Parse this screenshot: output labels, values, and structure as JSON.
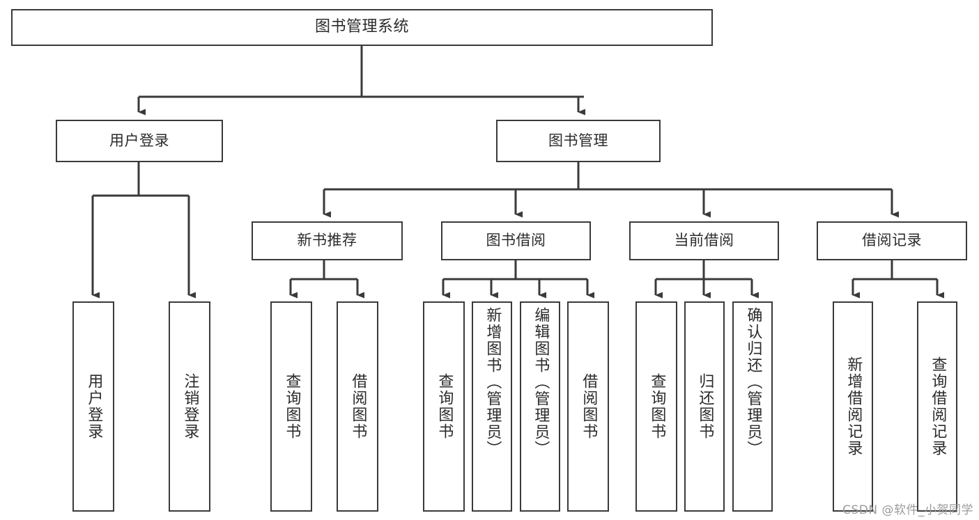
{
  "diagram": {
    "type": "tree-hierarchy-chart",
    "title": "图书管理系统",
    "stroke_color": "#3a3a3a",
    "text_color": "#2b2b2b",
    "background_color": "#ffffff",
    "watermark": "CSDN @软件_小贺同学",
    "levels": {
      "root": {
        "label": "图书管理系统"
      },
      "level1": [
        {
          "id": "user-login",
          "label": "用户登录"
        },
        {
          "id": "book-manage",
          "label": "图书管理"
        }
      ],
      "level2": [
        {
          "id": "new-book-recommend",
          "label": "新书推荐",
          "parent": "book-manage"
        },
        {
          "id": "book-borrow",
          "label": "图书借阅",
          "parent": "book-manage"
        },
        {
          "id": "current-borrow",
          "label": "当前借阅",
          "parent": "book-manage"
        },
        {
          "id": "borrow-record",
          "label": "借阅记录",
          "parent": "book-manage"
        }
      ],
      "leaves": [
        {
          "id": "leaf-user-login",
          "label": "用户登录",
          "parent": "user-login"
        },
        {
          "id": "leaf-logout-login",
          "label": "注销登录",
          "parent": "user-login"
        },
        {
          "id": "leaf-query-book-1",
          "label": "查询图书",
          "parent": "new-book-recommend"
        },
        {
          "id": "leaf-borrow-book-1",
          "label": "借阅图书",
          "parent": "new-book-recommend"
        },
        {
          "id": "leaf-query-book-2",
          "label": "查询图书",
          "parent": "book-borrow"
        },
        {
          "id": "leaf-add-book",
          "label": "新增图书（管理员）",
          "parent": "book-borrow"
        },
        {
          "id": "leaf-edit-book",
          "label": "编辑图书（管理员）",
          "parent": "book-borrow"
        },
        {
          "id": "leaf-borrow-book-2",
          "label": "借阅图书",
          "parent": "book-borrow"
        },
        {
          "id": "leaf-query-book-3",
          "label": "查询图书",
          "parent": "current-borrow"
        },
        {
          "id": "leaf-return-book",
          "label": "归还图书",
          "parent": "current-borrow"
        },
        {
          "id": "leaf-confirm-return",
          "label": "确认归还（管理员）",
          "parent": "current-borrow"
        },
        {
          "id": "leaf-add-record",
          "label": "新增借阅记录",
          "parent": "borrow-record"
        },
        {
          "id": "leaf-query-record",
          "label": "查询借阅记录",
          "parent": "borrow-record"
        }
      ]
    }
  }
}
